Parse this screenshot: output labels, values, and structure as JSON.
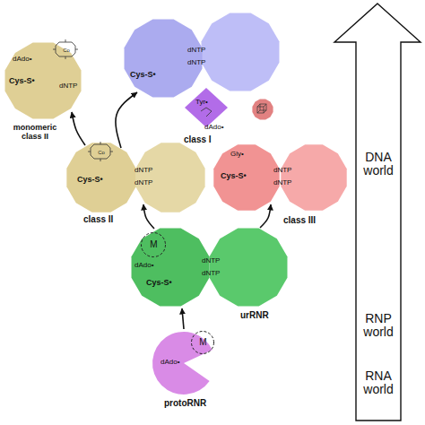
{
  "diagram": {
    "nodes": [
      {
        "text": [
          "Cys-S•",
          "dNTP",
          "dNTP",
          "class I"
        ]
      },
      {
        "text": [
          "Tyr•"
        ],
        "in": 0
      },
      {
        "text": [
          "dAdo•",
          "Cys-S•",
          "dNTP",
          "monomeric class II"
        ]
      },
      {
        "text": [
          "Cys-S•",
          "dNTP",
          "dNTP",
          "class II"
        ]
      },
      {
        "text": [
          "dAdo•",
          "Gly•",
          "Cys-S•",
          "dNTP",
          "dNTP",
          "class III"
        ]
      },
      {
        "text": [
          "dAdo•",
          "Cys-S•",
          "dNTP",
          "dNTP",
          "urRNR"
        ]
      },
      {
        "text": [
          "M"
        ],
        "in": 5
      },
      {
        "text": [
          "dAdo•",
          "protoRNR"
        ]
      },
      {
        "text": [
          "M"
        ],
        "in": 7
      },
      {
        "text": [
          "DNA world",
          "RNP world",
          "RNA world"
        ]
      }
    ],
    "edges": [
      {
        "from": 7,
        "to": 5,
        "arrow": "to"
      },
      {
        "from": 5,
        "to": 3,
        "arrow": "to"
      },
      {
        "from": 5,
        "to": 4,
        "arrow": "to"
      },
      {
        "from": 3,
        "to": 2,
        "arrow": "to"
      },
      {
        "from": 3,
        "to": 0,
        "arrow": "to"
      }
    ],
    "labels": [
      "Co",
      "Co"
    ]
  }
}
